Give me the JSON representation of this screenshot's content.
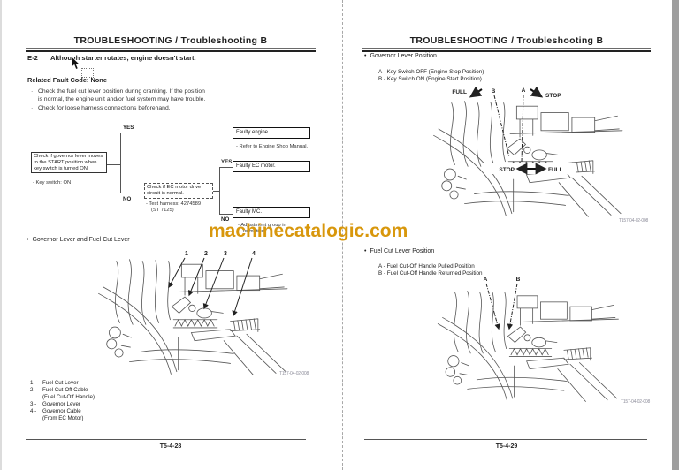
{
  "glyphs": {
    "bullet": "•",
    "dot": "·"
  },
  "watermark": {
    "text": "machinecatalogic.com",
    "color": "#D8970C"
  },
  "left_page": {
    "header": "TROUBLESHOOTING / Troubleshooting B",
    "fault": {
      "code": "E-2",
      "title": "Although starter rotates, engine doesn't start."
    },
    "related_fault_code": "Related Fault Code: None",
    "precheck_notes": [
      "Check the fuel cut lever position during cranking. If the position is normal, the engine unit and/or fuel system may have trouble.",
      "Check for loose harness connections beforehand."
    ],
    "flowchart": {
      "start": "Check if governor lever moves to the START position when key switch is turned ON.",
      "start_note": "- Key switch: ON",
      "branch1_yes": "YES",
      "branch1_no": "NO",
      "check2": "Check if EC motor drive circuit is normal.",
      "check2_note1": "- Test harness: 4274589",
      "check2_note2": "(ST 7125)",
      "branch2_yes": "YES",
      "branch2_no": "NO",
      "result_yes1": "Faulty engine.",
      "result_yes1_note": "- Refer to Engine Shop Manual.",
      "result_yes2": "Faulty EC motor.",
      "result_no2": "Faulty MC.",
      "result_no2_note1": "- Adjustment group in",
      "result_no2_note2": "formation."
    },
    "diagram": {
      "title": "Governor Lever and Fuel Cut Lever",
      "callouts": {
        "c1": "1",
        "c2": "2",
        "c3": "3",
        "c4": "4"
      },
      "figure_code": "T157-04-02-008",
      "legend": [
        {
          "num": "1 -",
          "name": "Fuel Cut Lever",
          "sub": ""
        },
        {
          "num": "2 -",
          "name": "Fuel Cut-Off Cable",
          "sub": "(Fuel Cut-Off Handle)"
        },
        {
          "num": "3 -",
          "name": "Governor Lever",
          "sub": ""
        },
        {
          "num": "4 -",
          "name": "Governor Cable",
          "sub": "(From EC Motor)"
        }
      ]
    },
    "page_number": "T5-4-28"
  },
  "right_page": {
    "header": "TROUBLESHOOTING / Troubleshooting B",
    "section_governor": {
      "title": "Governor Lever Position",
      "key_a": "A -   Key Switch OFF (Engine Stop Position)",
      "key_b": "B -   Key Switch ON (Engine Start Position)",
      "labels": {
        "full_top": "FULL",
        "b": "B",
        "a": "A",
        "stop_top": "STOP",
        "stop_mid": "STOP",
        "full_mid": "FULL"
      },
      "figure_code": "T157-04-02-008"
    },
    "section_fuelcut": {
      "title": "Fuel Cut Lever Position",
      "key_a": "A -   Fuel Cut-Off Handle Pulled Position",
      "key_b": "B -   Fuel Cut-Off Handle Returned Position",
      "labels": {
        "a": "A",
        "b": "B"
      },
      "figure_code": "T157-04-02-008"
    },
    "page_number": "T5-4-29"
  }
}
